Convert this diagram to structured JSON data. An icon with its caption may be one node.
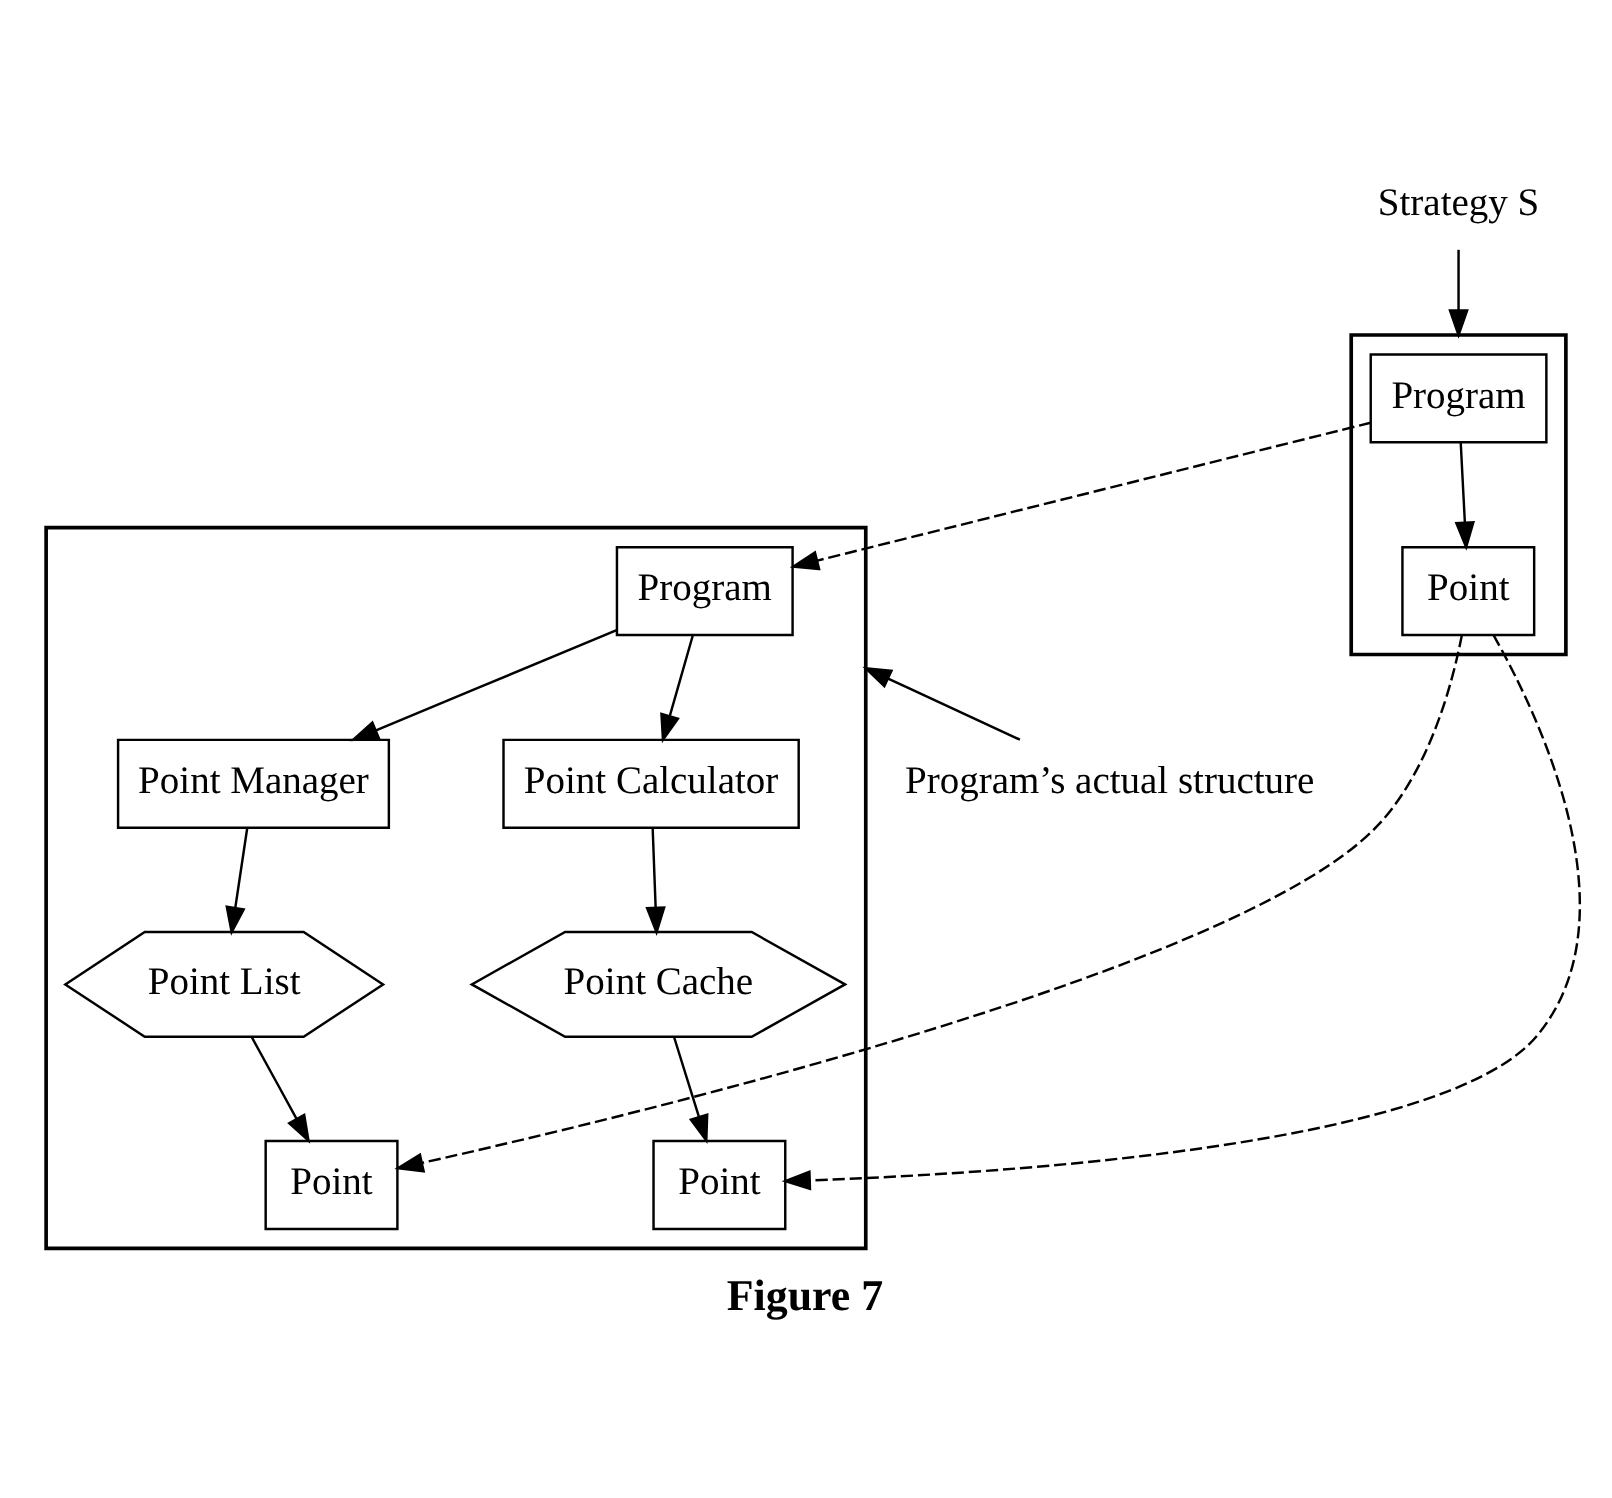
{
  "diagram": {
    "caption": "Figure 7",
    "nodes": [
      {
        "text": [
          "Strategy S"
        ]
      },
      {
        "text": [],
        "shape": "parallelogram"
      },
      {
        "text": [
          "Program"
        ],
        "in": 1
      },
      {
        "text": [
          "Point"
        ],
        "in": 1
      },
      {
        "text": [],
        "shape": "parallelogram"
      },
      {
        "text": [
          "Program"
        ],
        "in": 4
      },
      {
        "text": [
          "Point Manager"
        ],
        "in": 4
      },
      {
        "text": [
          "Point List"
        ],
        "in": 4
      },
      {
        "text": [
          "Point"
        ],
        "in": 4
      },
      {
        "text": [
          "Point Calculator"
        ],
        "in": 4
      },
      {
        "text": [
          "Point Cache"
        ],
        "in": 4
      },
      {
        "text": [
          "Point"
        ],
        "in": 4
      },
      {
        "text": [
          "Program’s actual structure"
        ]
      }
    ],
    "edges": [
      {
        "from": 0,
        "to": 1,
        "arrow": "to"
      },
      {
        "from": 2,
        "to": 3,
        "arrow": "to"
      },
      {
        "from": 2,
        "to": 5,
        "arrow": "to",
        "style": "dashed"
      },
      {
        "from": 3,
        "to": 8,
        "arrow": "to",
        "style": "dashed"
      },
      {
        "from": 3,
        "to": 11,
        "arrow": "to",
        "style": "dashed"
      },
      {
        "from": 5,
        "to": 6,
        "arrow": "to"
      },
      {
        "from": 5,
        "to": 9,
        "arrow": "to"
      },
      {
        "from": 6,
        "to": 7,
        "arrow": "to"
      },
      {
        "from": 7,
        "to": 8,
        "arrow": "to"
      },
      {
        "from": 9,
        "to": 10,
        "arrow": "to"
      },
      {
        "from": 10,
        "to": 11,
        "arrow": "to"
      },
      {
        "from": 12,
        "to": 4,
        "arrow": "to"
      }
    ]
  }
}
